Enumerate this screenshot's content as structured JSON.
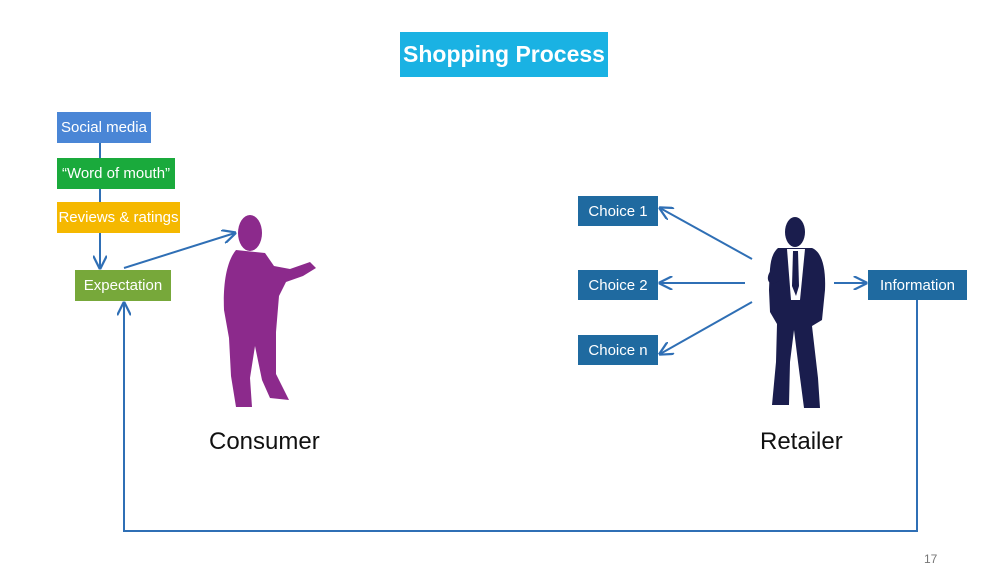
{
  "title": "Shopping Process",
  "consumer": {
    "label": "Consumer",
    "sources": [
      "Social media",
      "“Word of mouth”",
      "Reviews & ratings"
    ],
    "expectation": "Expectation",
    "color": "#8c2a8c"
  },
  "retailer": {
    "label": "Retailer",
    "choices": [
      "Choice 1",
      "Choice 2",
      "Choice n"
    ],
    "information": "Information",
    "color": "#1a1d4d"
  },
  "page_number": "17",
  "colors": {
    "title_bg": "#1ab2e3",
    "social_media": "#4a86d6",
    "word_of_mouth": "#1aaa3c",
    "reviews": "#f5b800",
    "expectation": "#77a83a",
    "choice": "#1f6aa0",
    "arrow": "#2f6fb5"
  }
}
